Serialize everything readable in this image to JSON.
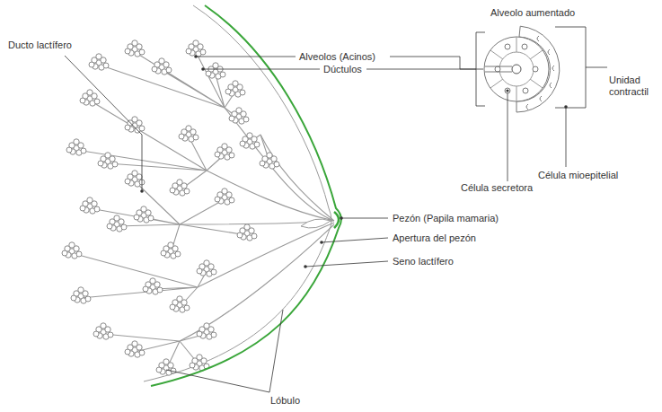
{
  "diagram": {
    "labels": [
      "Alveolo aumentado",
      "Ducto lactífero",
      "Alveolos (Acinos)",
      "Dúctulos",
      "Unidad contractil",
      "Célula mioepitelial",
      "Célula secretora",
      "Pezón (Papila mamaria)",
      "Apertura del pezón",
      "Seno lactífero",
      "Lóbulo"
    ]
  }
}
